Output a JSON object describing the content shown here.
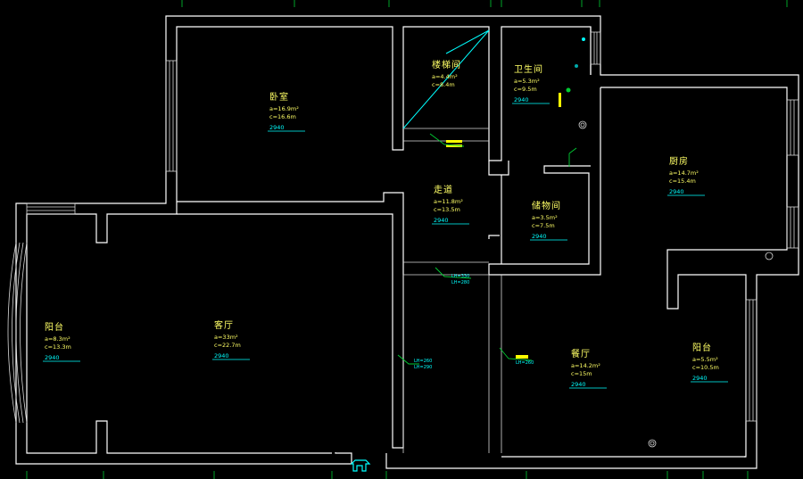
{
  "rooms": [
    {
      "key": "bedroom",
      "name": "卧室",
      "area": "a=16.9m²",
      "perim": "c=16.6m",
      "code": "2940"
    },
    {
      "key": "stairs",
      "name": "楼梯间",
      "area": "a=4.4m²",
      "perim": "c=8.4m",
      "code": ""
    },
    {
      "key": "bathroom",
      "name": "卫生间",
      "area": "a=5.3m²",
      "perim": "c=9.5m",
      "code": "2940"
    },
    {
      "key": "kitchen",
      "name": "厨房",
      "area": "a=14.7m²",
      "perim": "c=15.4m",
      "code": "2940"
    },
    {
      "key": "corridor",
      "name": "走道",
      "area": "a=11.8m²",
      "perim": "c=13.5m",
      "code": "2940"
    },
    {
      "key": "storage",
      "name": "储物间",
      "area": "a=3.5m²",
      "perim": "c=7.5m",
      "code": "2940"
    },
    {
      "key": "balcony_w",
      "name": "阳台",
      "area": "a=8.3m²",
      "perim": "c=13.3m",
      "code": "2940"
    },
    {
      "key": "living",
      "name": "客厅",
      "area": "a=33m²",
      "perim": "c=22.7m",
      "code": "2940"
    },
    {
      "key": "dining",
      "name": "餐厅",
      "area": "a=14.2m²",
      "perim": "c=15m",
      "code": "2940"
    },
    {
      "key": "balcony_e",
      "name": "阳台",
      "area": "a=5.5m²",
      "perim": "c=10.5m",
      "code": "2940"
    }
  ],
  "labels": {
    "beam1": "LH=330",
    "beam1b": "LH=280",
    "beam2": "LH=260",
    "beam2b": "LH=290",
    "beam3": "LH=260"
  },
  "colors": {
    "wall": "#ffffff",
    "text": "#ffff66",
    "code": "#00ffff",
    "leader": "#00cc33"
  }
}
